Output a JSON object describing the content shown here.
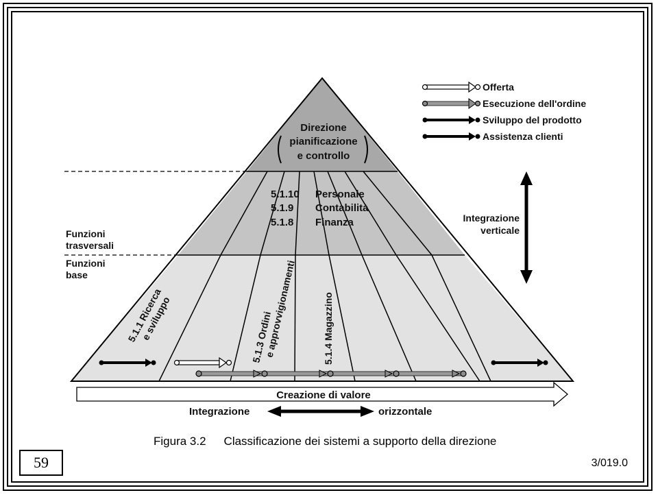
{
  "diagram": {
    "apex": {
      "line1": "Direzione",
      "line2": "pianificazione",
      "line3": "e controllo"
    },
    "middle": {
      "codes": [
        "5.1.10",
        "5.1.9",
        "5.1.8"
      ],
      "names": [
        "Personale",
        "Contabilità",
        "Finanza"
      ]
    },
    "left_labels": {
      "transversal": [
        "Funzioni",
        "trasversali"
      ],
      "base": [
        "Funzioni",
        "base"
      ]
    },
    "base_items": {
      "ricerca": [
        "5.1.1  Ricerca",
        "e sviluppo"
      ],
      "ordini": [
        "5.1.3  Ordini",
        "e approvvigionamenti"
      ],
      "magazzino": "5.1.4  Magazzino"
    },
    "legend": [
      "Offerta",
      "Esecuzione dell'ordine",
      "Sviluppo del prodotto",
      "Assistenza clienti"
    ],
    "vertical_integration": [
      "Integrazione",
      "verticale"
    ],
    "value_creation": "Creazione di valore",
    "horizontal_integration": {
      "left": "Integrazione",
      "right": "orizzontale"
    },
    "colors": {
      "apex": "#a8a8a8",
      "middle": "#c4c4c4",
      "base": "#e2e2e2",
      "grey_line": "#8c8c8c"
    }
  },
  "caption": {
    "label": "Figura 3.2",
    "text": "Classificazione dei sistemi a supporto della direzione"
  },
  "page_number": "59",
  "doc_ref": "3/019.0"
}
